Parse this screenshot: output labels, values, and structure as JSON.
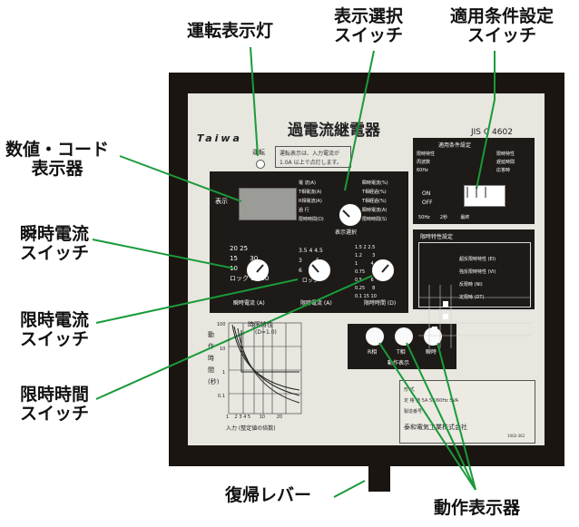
{
  "callouts": {
    "indicator_lamp": "運転表示灯",
    "display_select_1": "表示選択",
    "display_select_2": "スイッチ",
    "condition_setting_1": "適用条件設定",
    "condition_setting_2": "スイッチ",
    "numeric_display_1": "数値・コード",
    "numeric_display_2": "表示器",
    "instant_current_1": "瞬時電流",
    "instant_current_2": "スイッチ",
    "limit_current_1": "限時電流",
    "limit_current_2": "スイッチ",
    "limit_time_1": "限時時間",
    "limit_time_2": "スイッチ",
    "reset_lever": "復帰レバー",
    "operation_indicator": "動作表示器"
  },
  "panel": {
    "brand": "Taiwa",
    "title": "過電流継電器",
    "standard": "JIS C 4602",
    "run_label": "運転",
    "run_note_1": "運転表示は、入力電流が",
    "run_note_2": "1.0A 以上で点灯します。",
    "display_label": "表示",
    "display_select_title": "表示選択",
    "display_select_left": [
      "電 流(A)",
      "T相電流(A)",
      "R相電流(A)",
      "過 行",
      "限時時間(D)"
    ],
    "display_select_right": [
      "瞬時電流(%)",
      "T相経過(%)",
      "T相経過(%)",
      "瞬時電流(A)",
      "限時時間(S)"
    ],
    "condition_title": "適用条件設定",
    "condition_left": [
      "限時特性",
      "周波数",
      "60Hz"
    ],
    "condition_right": [
      "限時特性",
      "遅延時間",
      "応答時"
    ],
    "condition_on": "ON",
    "condition_off": "OFF",
    "condition_bottom": [
      "50Hz",
      "2秒",
      "最終"
    ],
    "curve_title": "限時特性設定",
    "curve_rows": [
      "超反限時特性 (EI)",
      "強反限時特性 (VI)",
      "反限時 (NI)",
      "定限時 (DT)"
    ],
    "instant_dial": {
      "label": "瞬時電流 (A)",
      "ticks": [
        "20",
        "25",
        "15",
        "30",
        "10",
        "40",
        "ロック",
        "50",
        "60"
      ]
    },
    "limit_current_dial": {
      "label": "限時電流 (A)",
      "ticks": [
        "3.5",
        "4",
        "4.5",
        "3",
        "5",
        "6",
        "ロック"
      ]
    },
    "limit_time_dial": {
      "label": "限時時間 (D)",
      "ticks": [
        "1.5",
        "2",
        "2.5",
        "1.2",
        "3",
        "1",
        "4",
        "0.75",
        "0.5",
        "5",
        "6",
        "0.25",
        "8",
        "0.1",
        "15",
        "10"
      ]
    },
    "graph": {
      "y_label": "動作時間(秒)",
      "title": "時限特性",
      "subtitle": "(D=1.0)",
      "y_ticks": [
        "100",
        "10",
        "1",
        "0.1"
      ],
      "x_ticks": [
        "1",
        "2",
        "3",
        "4",
        "5",
        "10",
        "20"
      ],
      "x_label": "入力 (整定値の倍数)"
    },
    "op_indicator": {
      "labels": [
        "R相",
        "T相",
        "瞬時"
      ],
      "title": "動作表示"
    },
    "nameplate": {
      "rows": [
        "形 式",
        "定 格 値 5A 50/60Hz 5VA",
        "製造番号"
      ],
      "maker": "泰和電気工業株式会社",
      "code": "1002-362"
    }
  }
}
